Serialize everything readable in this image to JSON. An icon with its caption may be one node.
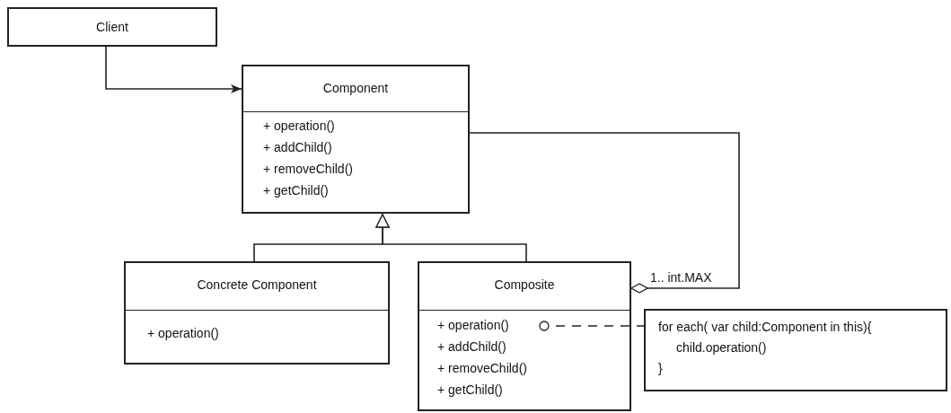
{
  "diagram": {
    "nodes": [
      {
        "text": [
          "Client"
        ]
      },
      {
        "text": [
          "Component",
          "+ operation()",
          "+ addChild()",
          "+ removeChild()",
          "+ getChild()"
        ]
      },
      {
        "text": [
          "Concrete Component",
          "+ operation()"
        ]
      },
      {
        "text": [
          "Composite",
          "+ operation()",
          "+ addChild()",
          "+ removeChild()",
          "+ getChild()"
        ]
      },
      {
        "text": [
          "for each( var child:Component in this){",
          "child.operation()",
          "}"
        ]
      }
    ],
    "edges": [
      {
        "from": 0,
        "to": 1,
        "arrow": "to"
      },
      {
        "from": 2,
        "to": 1,
        "arrow": "to"
      },
      {
        "from": 3,
        "to": 1,
        "arrow": "to"
      },
      {
        "from": 3,
        "to": 1,
        "arrow": "other",
        "label": "1.. int.MAX"
      },
      {
        "from": 3,
        "to": 4,
        "arrow": "other",
        "style": "dashed"
      }
    ]
  }
}
